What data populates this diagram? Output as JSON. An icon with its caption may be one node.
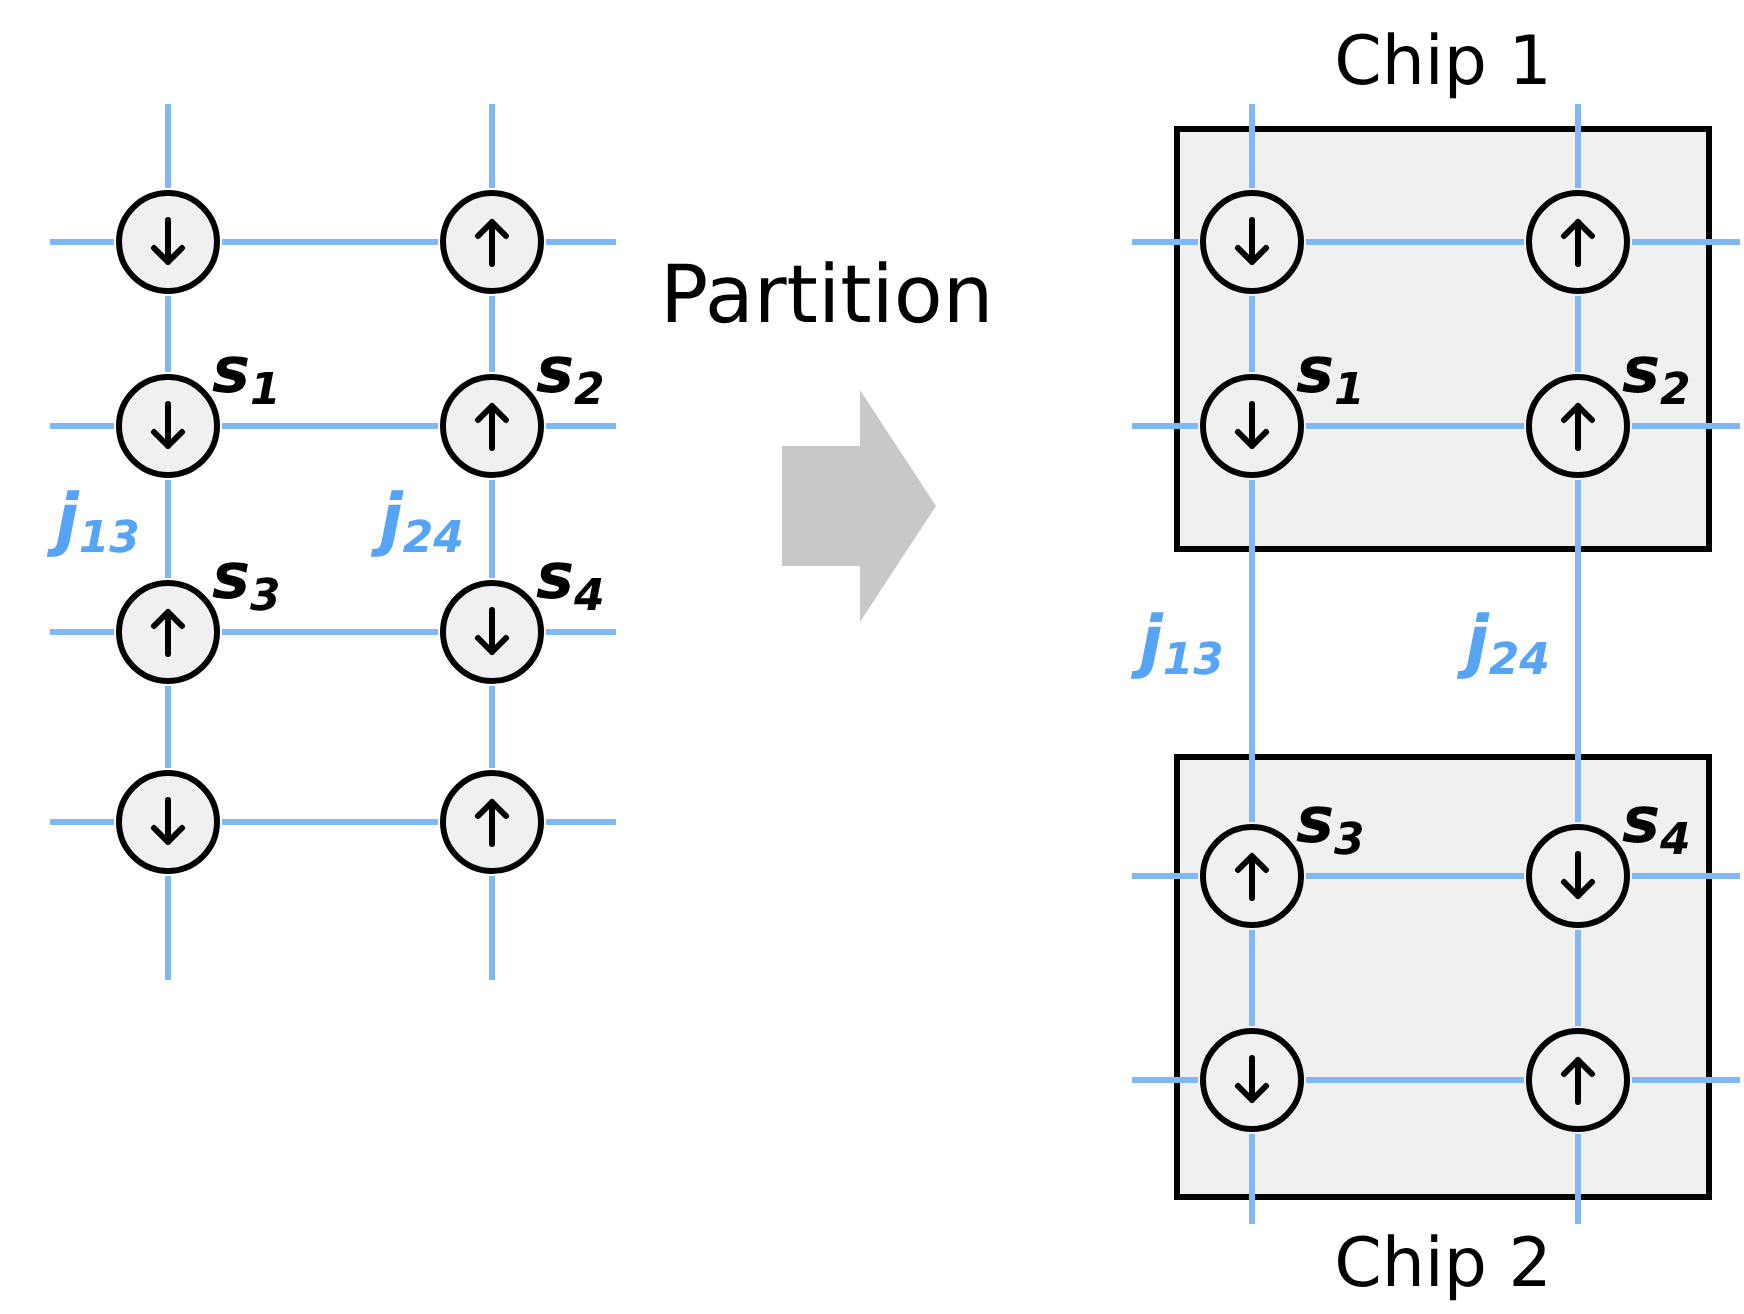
{
  "diagram": {
    "nodes": [
      {
        "text": [],
        "shape": "circle"
      },
      {
        "text": [],
        "shape": "circle"
      },
      {
        "text": [],
        "shape": "circle",
        "beside": [
          "s$_{1}$"
        ]
      },
      {
        "text": [],
        "shape": "circle",
        "beside": [
          "s$_{2}$"
        ]
      },
      {
        "text": [],
        "shape": "circle",
        "beside": [
          "s$_{3}$"
        ]
      },
      {
        "text": [],
        "shape": "circle",
        "beside": [
          "s$_{4}$"
        ]
      },
      {
        "text": [],
        "shape": "circle"
      },
      {
        "text": [],
        "shape": "circle"
      },
      {
        "text": [
          "Chip 1"
        ]
      },
      {
        "text": [],
        "shape": "circle",
        "in": 8
      },
      {
        "text": [],
        "shape": "circle",
        "in": 8
      },
      {
        "text": [],
        "shape": "circle",
        "in": 8,
        "beside": [
          "s$_{1}$"
        ]
      },
      {
        "text": [],
        "shape": "circle",
        "in": 8,
        "beside": [
          "s$_{2}$"
        ]
      },
      {
        "text": [
          "Chip 2"
        ]
      },
      {
        "text": [],
        "shape": "circle",
        "in": 13,
        "beside": [
          "s$_{3}$"
        ]
      },
      {
        "text": [],
        "shape": "circle",
        "in": 13,
        "beside": [
          "s$_{4}$"
        ]
      },
      {
        "text": [],
        "shape": "circle",
        "in": 13
      },
      {
        "text": [],
        "shape": "circle",
        "in": 13
      }
    ],
    "edges": [
      {
        "from": null,
        "to": 0,
        "arrow": "none"
      },
      {
        "from": 0,
        "to": 1,
        "arrow": "none"
      },
      {
        "from": 1,
        "to": null,
        "arrow": "none"
      },
      {
        "from": null,
        "to": 2,
        "arrow": "none"
      },
      {
        "from": 2,
        "to": 3,
        "arrow": "none"
      },
      {
        "from": 3,
        "to": null,
        "arrow": "none"
      },
      {
        "from": null,
        "to": 4,
        "arrow": "none"
      },
      {
        "from": 4,
        "to": 5,
        "arrow": "none"
      },
      {
        "from": 5,
        "to": null,
        "arrow": "none"
      },
      {
        "from": null,
        "to": 6,
        "arrow": "none"
      },
      {
        "from": 6,
        "to": 7,
        "arrow": "none"
      },
      {
        "from": 7,
        "to": null,
        "arrow": "none"
      },
      {
        "from": null,
        "to": 0,
        "arrow": "none"
      },
      {
        "from": 0,
        "to": 2,
        "arrow": "none"
      },
      {
        "from": 2,
        "to": 4,
        "arrow": "none",
        "label": "j$_{13}$"
      },
      {
        "from": 4,
        "to": 6,
        "arrow": "none"
      },
      {
        "from": 6,
        "to": null,
        "arrow": "none"
      },
      {
        "from": null,
        "to": 1,
        "arrow": "none"
      },
      {
        "from": 1,
        "to": 3,
        "arrow": "none"
      },
      {
        "from": 3,
        "to": 5,
        "arrow": "none",
        "label": "j$_{24}$"
      },
      {
        "from": 5,
        "to": 7,
        "arrow": "none"
      },
      {
        "from": 7,
        "to": null,
        "arrow": "none"
      },
      {
        "from": null,
        "to": 9,
        "arrow": "none"
      },
      {
        "from": 9,
        "to": 10,
        "arrow": "none"
      },
      {
        "from": 10,
        "to": null,
        "arrow": "none"
      },
      {
        "from": null,
        "to": 11,
        "arrow": "none"
      },
      {
        "from": 11,
        "to": 12,
        "arrow": "none"
      },
      {
        "from": 12,
        "to": null,
        "arrow": "none"
      },
      {
        "from": null,
        "to": 14,
        "arrow": "none"
      },
      {
        "from": 14,
        "to": 15,
        "arrow": "none"
      },
      {
        "from": 15,
        "to": null,
        "arrow": "none"
      },
      {
        "from": null,
        "to": 16,
        "arrow": "none"
      },
      {
        "from": 16,
        "to": 17,
        "arrow": "none"
      },
      {
        "from": 17,
        "to": null,
        "arrow": "none"
      },
      {
        "from": null,
        "to": 9,
        "arrow": "none"
      },
      {
        "from": 9,
        "to": 11,
        "arrow": "none"
      },
      {
        "from": 11,
        "to": 14,
        "arrow": "none",
        "label": "j$_{13}$"
      },
      {
        "from": 14,
        "to": 16,
        "arrow": "none"
      },
      {
        "from": 16,
        "to": null,
        "arrow": "none"
      },
      {
        "from": null,
        "to": 10,
        "arrow": "none"
      },
      {
        "from": 10,
        "to": 12,
        "arrow": "none"
      },
      {
        "from": 12,
        "to": 15,
        "arrow": "none",
        "label": "j$_{24}$"
      },
      {
        "from": 15,
        "to": 17,
        "arrow": "none"
      },
      {
        "from": 17,
        "to": null,
        "arrow": "none"
      }
    ],
    "labels": [
      "Partition"
    ]
  }
}
